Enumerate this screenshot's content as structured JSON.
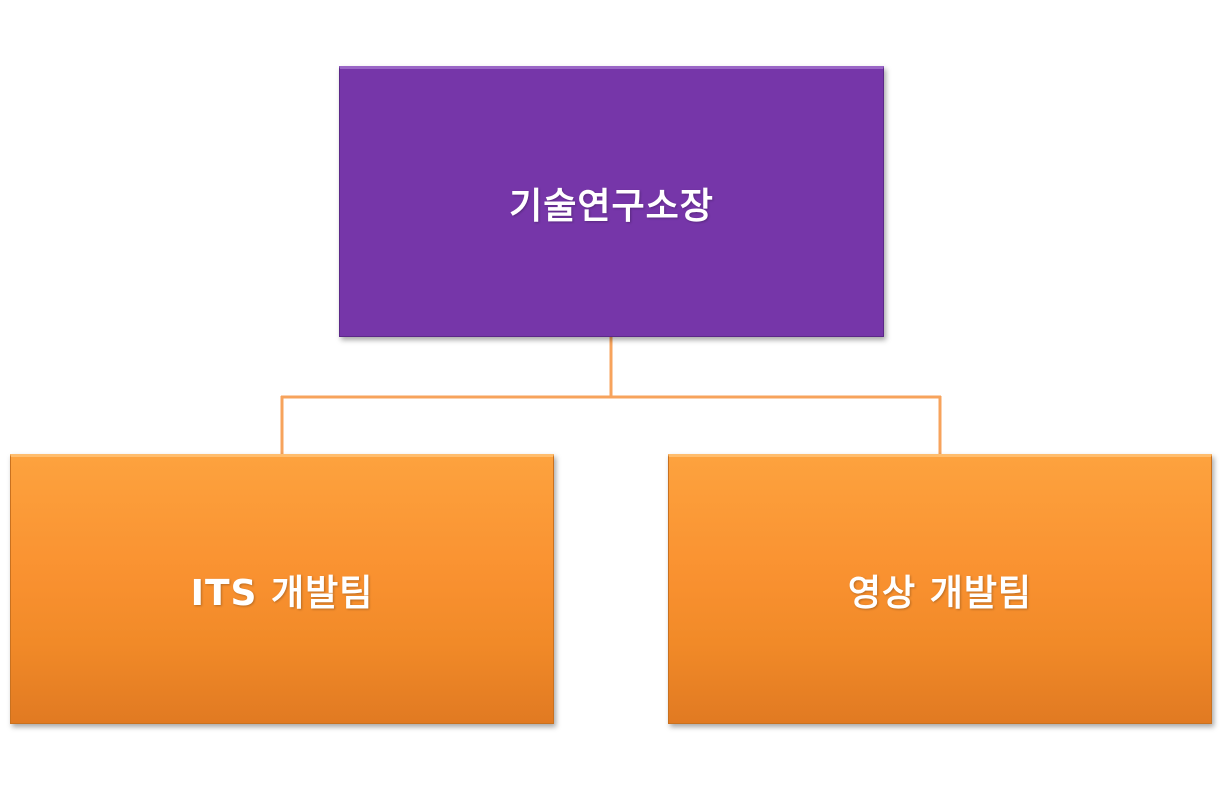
{
  "org_chart": {
    "root": {
      "label": "기술연구소장",
      "color": "#7636a9"
    },
    "children": [
      {
        "label": "ITS 개발팀",
        "color": "#f99130"
      },
      {
        "label": "영상 개발팀",
        "color": "#f99130"
      }
    ],
    "connector_color": "#f7a35c"
  }
}
